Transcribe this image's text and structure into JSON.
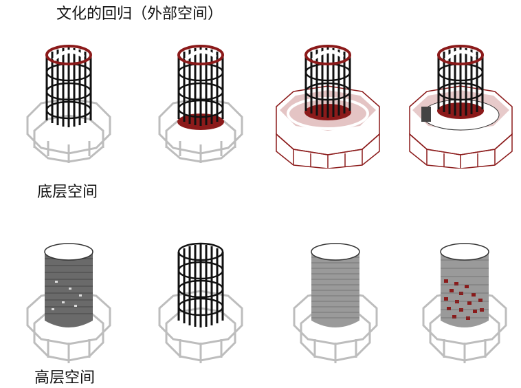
{
  "title": "文化的回归（外部空间）",
  "sections": [
    {
      "label": "底层空间",
      "models": [
        {
          "name": "model-1-dark-cylinder-red-top",
          "top_color": "#8b1a1a",
          "base": "grey-frame",
          "roof": false,
          "accent_floor": false
        },
        {
          "name": "model-2-dark-cylinder-red-floor",
          "top_color": "#8b1a1a",
          "base": "grey-frame",
          "roof": false,
          "accent_floor": true
        },
        {
          "name": "model-3-red-roof-pavilion",
          "top_color": "#8b1a1a",
          "base": "red-pavilion",
          "roof": true,
          "accent_floor": true
        },
        {
          "name": "model-4-red-roof-pavilion-interior",
          "top_color": "#8b1a1a",
          "base": "red-pavilion-open",
          "roof": true,
          "accent_floor": true
        }
      ]
    },
    {
      "label": "高层空间",
      "models": [
        {
          "name": "model-5-mesh-cylinder-light-patches",
          "skin": "grey-mesh",
          "patches": "light"
        },
        {
          "name": "model-6-black-ribs",
          "skin": "black-ribs",
          "patches": "none"
        },
        {
          "name": "model-7-fine-mesh",
          "skin": "fine-grey-mesh",
          "patches": "none"
        },
        {
          "name": "model-8-mesh-red-patches",
          "skin": "grey-mesh",
          "patches": "red"
        }
      ]
    }
  ],
  "colors": {
    "accent_red": "#8b1a1a",
    "frame_grey": "#b8b8b8",
    "dark": "#1a1a1a"
  }
}
